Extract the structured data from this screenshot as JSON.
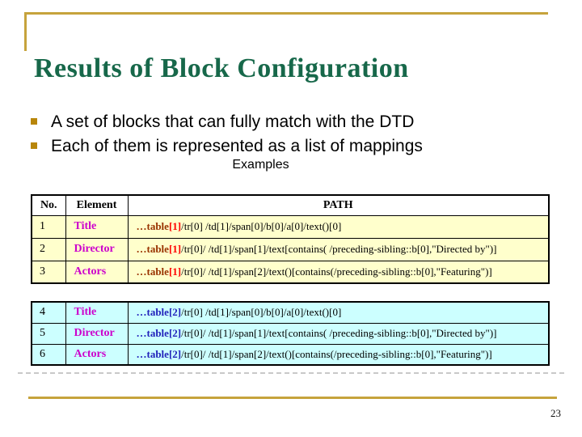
{
  "slide": {
    "title": "Results of Block Configuration",
    "bullets": [
      "A set of blocks that can fully match with the DTD",
      "Each of them is represented as a list of mappings"
    ],
    "caption": "Examples",
    "page_number": "23"
  },
  "colors": {
    "title": "#17684A",
    "accent_line": "#C6A33C",
    "bullet_marker": "#B8860B",
    "element_text": "#CC00CC",
    "path_text": "#000000"
  },
  "table": {
    "headers": [
      "No.",
      "Element",
      "PATH"
    ],
    "groups": [
      {
        "name": "table1",
        "row_background": "#FFFFCC",
        "prefix_color": "#993300",
        "index_color": "#FF0000",
        "rows": [
          {
            "no": "1",
            "element": "Title",
            "path_prefix": "…table",
            "path_index": "[1]",
            "path_rest": "/tr[0] /td[1]/span[0]/b[0]/a[0]/text()[0]"
          },
          {
            "no": "2",
            "element": "Director",
            "path_prefix": "…table",
            "path_index": "[1]",
            "path_rest": "/tr[0]/ /td[1]/span[1]/text[contains( /preceding-sibling::b[0],\"Directed by\")]"
          },
          {
            "no": "3",
            "element": "Actors",
            "path_prefix": "…table",
            "path_index": "[1]",
            "path_rest": "/tr[0]/ /td[1]/span[2]/text()[contains(/preceding-sibling::b[0],\"Featuring\")]"
          }
        ]
      },
      {
        "name": "table2",
        "row_background": "#CCFFFF",
        "prefix_color": "#2222BB",
        "index_color": "#2222BB",
        "rows": [
          {
            "no": "4",
            "element": "Title",
            "path_prefix": "…table",
            "path_index": "[2]",
            "path_rest": "/tr[0] /td[1]/span[0]/b[0]/a[0]/text()[0]"
          },
          {
            "no": "5",
            "element": "Director",
            "path_prefix": "…table",
            "path_index": "[2]",
            "path_rest": "/tr[0]/ /td[1]/span[1]/text[contains( /preceding-sibling::b[0],\"Directed by\")]"
          },
          {
            "no": "6",
            "element": "Actors",
            "path_prefix": "…table",
            "path_index": "[2]",
            "path_rest": "/tr[0]/ /td[1]/span[2]/text()[contains(/preceding-sibling::b[0],\"Featuring\")]"
          }
        ]
      }
    ]
  }
}
